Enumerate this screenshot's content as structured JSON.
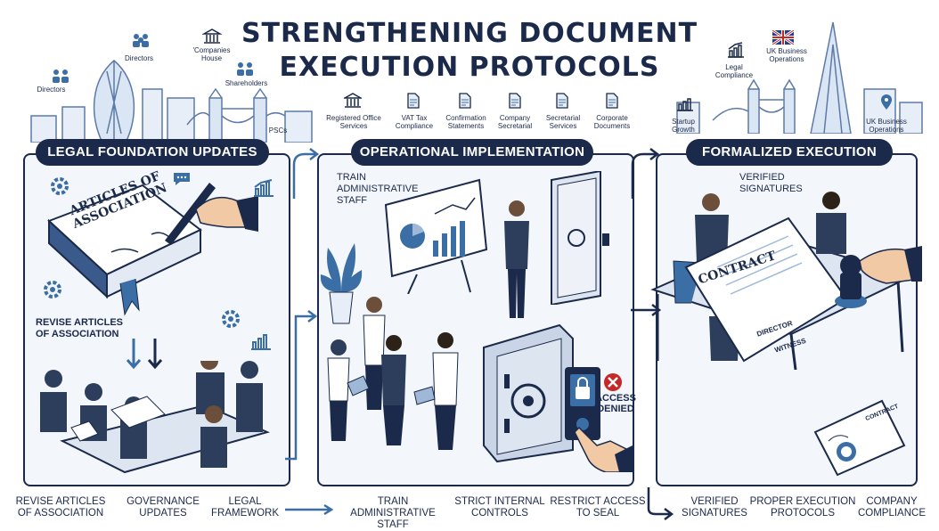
{
  "title": {
    "line1": "STRENGTHENING DOCUMENT",
    "line2": "EXECUTION PROTOCOLS"
  },
  "skyline_left": [
    {
      "label": "Directors"
    },
    {
      "label": "Directors"
    },
    {
      "label": "'Companies\nHouse"
    },
    {
      "label": "Shareholders"
    },
    {
      "label": "PSCs"
    }
  ],
  "skyline_right": [
    {
      "label": "UK Business\nOperations"
    },
    {
      "label": "Legal\nCompliance"
    },
    {
      "label": "Startup\nGrowth"
    },
    {
      "label": "UK Business\nOperations"
    }
  ],
  "services": [
    "Registered Office\nServices",
    "VAT Tax\nCompliance",
    "Confirmation\nStatements",
    "Company\nSecretarial",
    "Secretarial\nServices",
    "Corporate\nDocuments"
  ],
  "panels": [
    {
      "heading": "LEGAL FOUNDATION UPDATES",
      "book_title": "ARTICLES OF ASSOCIATION",
      "inner_label": "REVISE ARTICLES\nOF ASSOCIATION",
      "captions": [
        "REVISE ARTICLES\nOF ASSOCIATION",
        "GOVERNANCE\nUPDATES",
        "LEGAL\nFRAMEWORK"
      ]
    },
    {
      "heading": "OPERATIONAL IMPLEMENTATION",
      "inner_label": "TRAIN\nADMINISTRATIVE\nSTAFF",
      "access_label": "ACCESS\nDENIED",
      "captions": [
        "TRAIN\nADMINISTRATIVE STAFF",
        "STRICT INTERNAL\nCONTROLS",
        "RESTRICT ACCESS\nTO SEAL"
      ]
    },
    {
      "heading": "FORMALIZED EXECUTION",
      "inner_label": "VERIFIED\nSIGNATURES",
      "contract_title": "CONTRACT",
      "contract_small": "CONTRACT",
      "sign_director": "DIRECTOR",
      "sign_witness": "WITNESS",
      "captions": [
        "VERIFIED\nSIGNATURES",
        "PROPER EXECUTION\nPROTOCOLS",
        "COMPANY\nCOMPLIANCE"
      ]
    }
  ],
  "colors": {
    "navy": "#1b2a4a",
    "accent": "#3a6ea5",
    "panel_bg": "#f3f6fb",
    "alert": "#c62828"
  }
}
